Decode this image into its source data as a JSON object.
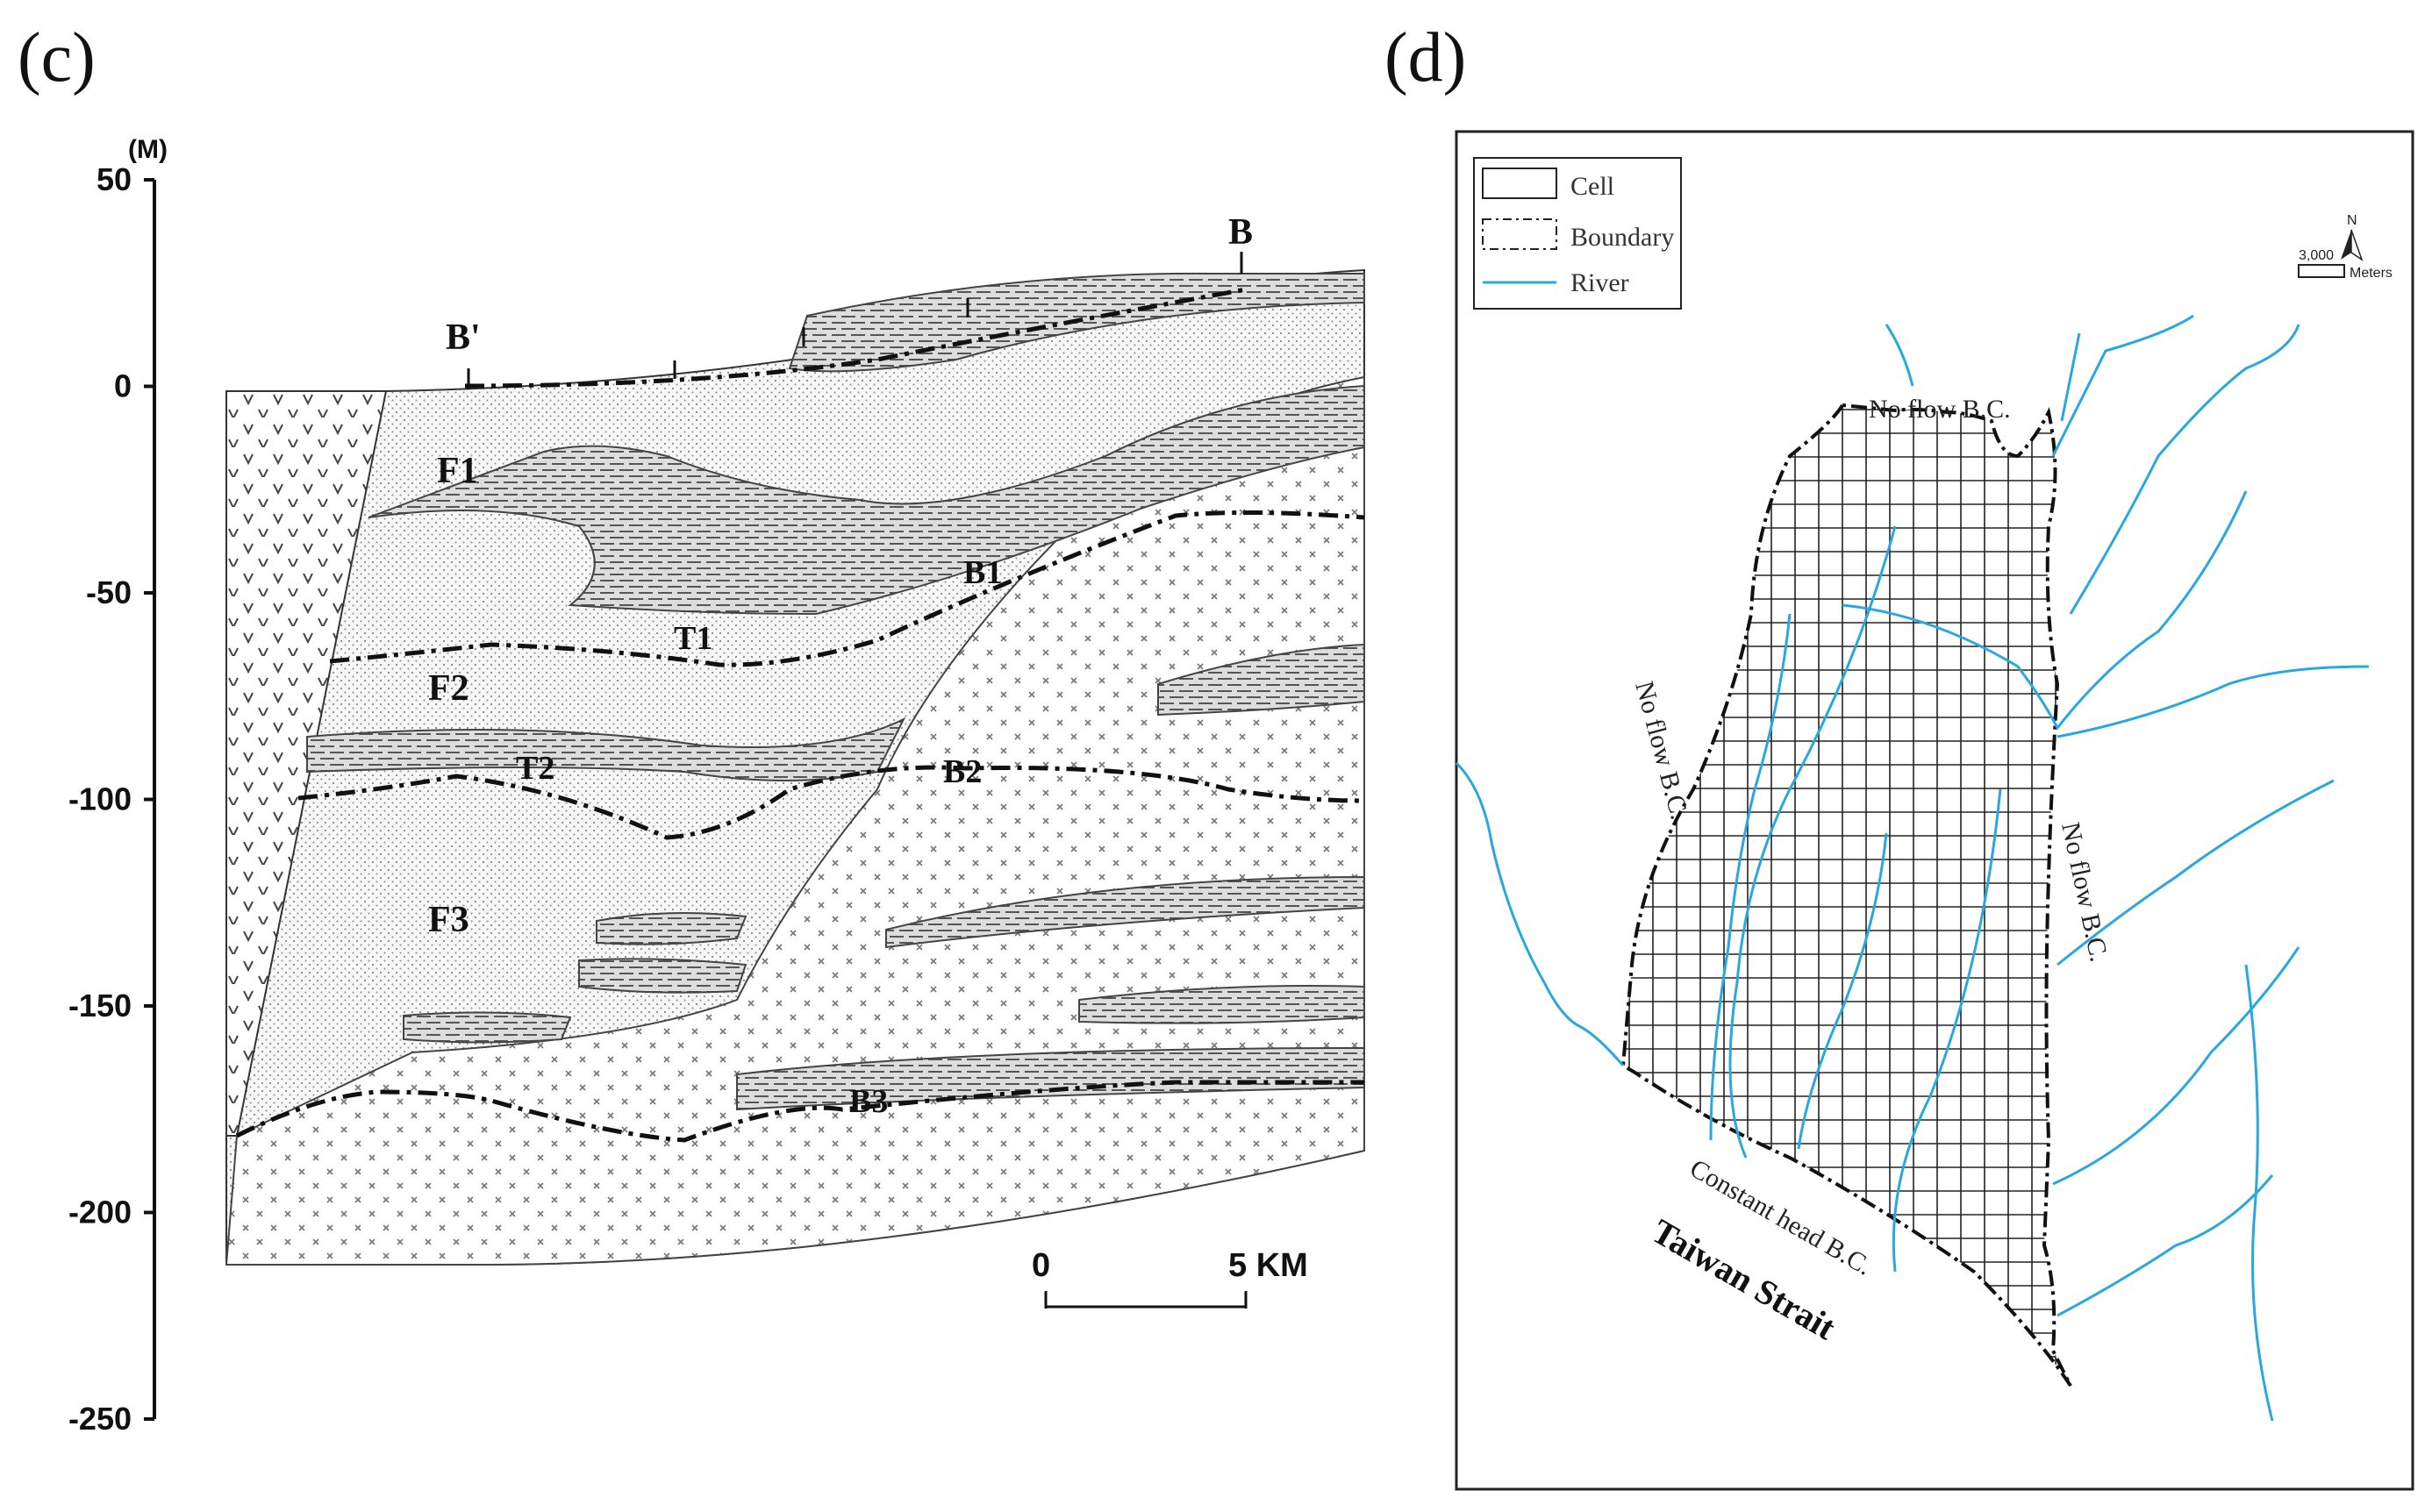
{
  "panel_c": {
    "letter": "(c)",
    "axis_unit": "(M)",
    "y_ticks": [
      "50",
      "0",
      "-50",
      "-100",
      "-150",
      "-200",
      "-250"
    ],
    "section_ends": [
      "B'",
      "B"
    ],
    "units": [
      "F1",
      "F2",
      "F3",
      "T1",
      "T2",
      "B1",
      "B2",
      "B3"
    ],
    "scale_bar": {
      "start": "0",
      "end": "5 KM"
    }
  },
  "panel_d": {
    "letter": "(d)",
    "legend": {
      "cell": "Cell",
      "boundary": "Boundary",
      "river": "River"
    },
    "north": "N",
    "scale_value": "3,000",
    "scale_unit": "Meters",
    "labels": {
      "no_flow_top": "No flow B.C.",
      "no_flow_left": "No flow B.C.",
      "no_flow_right": "No flow B.C.",
      "constant_head": "Constant head B.C.",
      "strait": "Taiwan Strait"
    },
    "colors": {
      "river": "#29a8e0",
      "boundary": "#111111",
      "grid": "#222222"
    }
  }
}
